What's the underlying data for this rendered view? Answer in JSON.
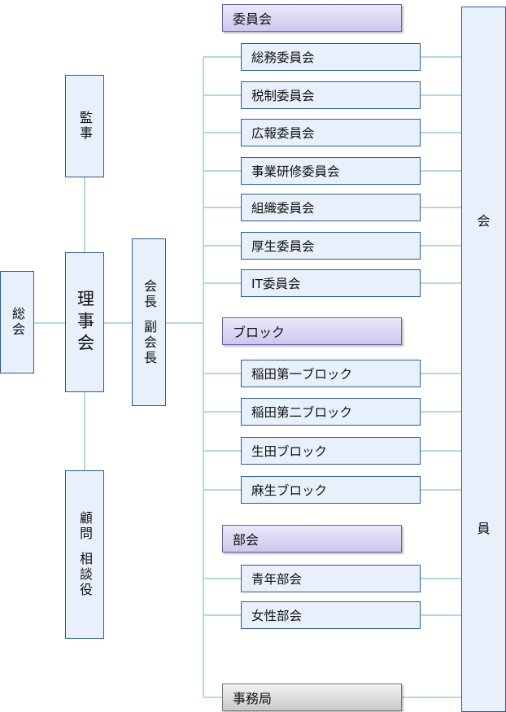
{
  "left": {
    "soukai": [
      "総",
      "会"
    ],
    "kansa": [
      "監",
      "事"
    ],
    "rijikai": [
      "理",
      "事",
      "会"
    ],
    "komon": [
      "顧",
      "問"
    ],
    "soudanyaku": [
      "相",
      "談",
      "役"
    ]
  },
  "chair": {
    "kaichou": [
      "会",
      "長"
    ],
    "fukukaichou": [
      "副",
      "会",
      "長"
    ]
  },
  "committees": {
    "header": "委員会",
    "items": [
      "総務委員会",
      "税制委員会",
      "広報委員会",
      "事業研修委員会",
      "組織委員会",
      "厚生委員会",
      "IT委員会"
    ]
  },
  "blocks": {
    "header": "ブロック",
    "items": [
      "稲田第一ブロック",
      "稲田第二ブロック",
      "生田ブロック",
      "麻生ブロック"
    ]
  },
  "bukai": {
    "header": "部会",
    "items": [
      "青年部会",
      "女性部会"
    ]
  },
  "secretariat": "事務局",
  "members": [
    "会",
    "員"
  ]
}
